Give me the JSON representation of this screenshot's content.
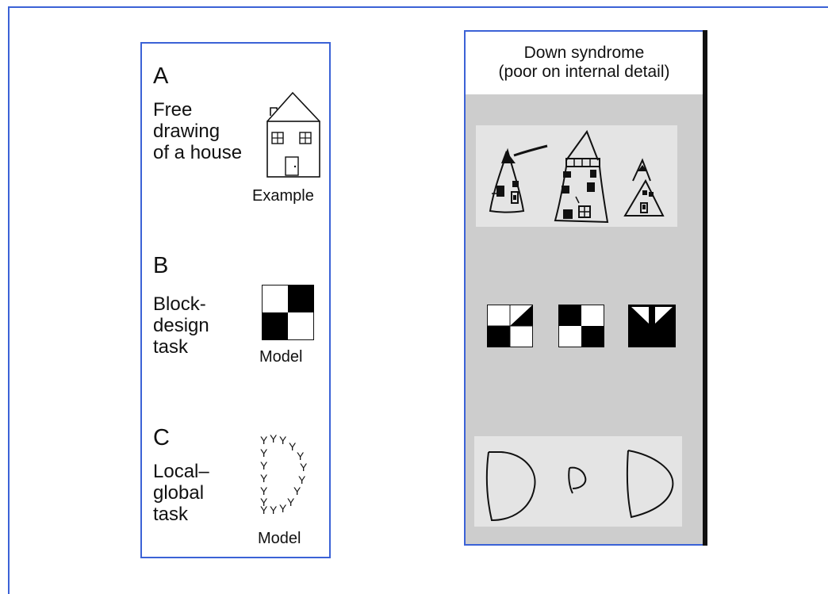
{
  "left_panel": {
    "section_a": {
      "letter": "A",
      "description": "Free\ndrawing\nof a house",
      "caption": "Example"
    },
    "section_b": {
      "letter": "B",
      "description": "Block-\ndesign\ntask",
      "caption": "Model"
    },
    "section_c": {
      "letter": "C",
      "description": "Local–\nglobal\ntask",
      "caption": "Model",
      "glyph": "Y"
    }
  },
  "right_panel": {
    "title_line1": "Down syndrome",
    "title_line2": "(poor on internal detail)",
    "block_patterns": [
      "diagonal-split",
      "checkerboard",
      "triangle-top"
    ]
  },
  "colors": {
    "border": "#3b62d6",
    "panel_bg": "#cdcdcd",
    "inset_bg": "#e4e4e4"
  }
}
